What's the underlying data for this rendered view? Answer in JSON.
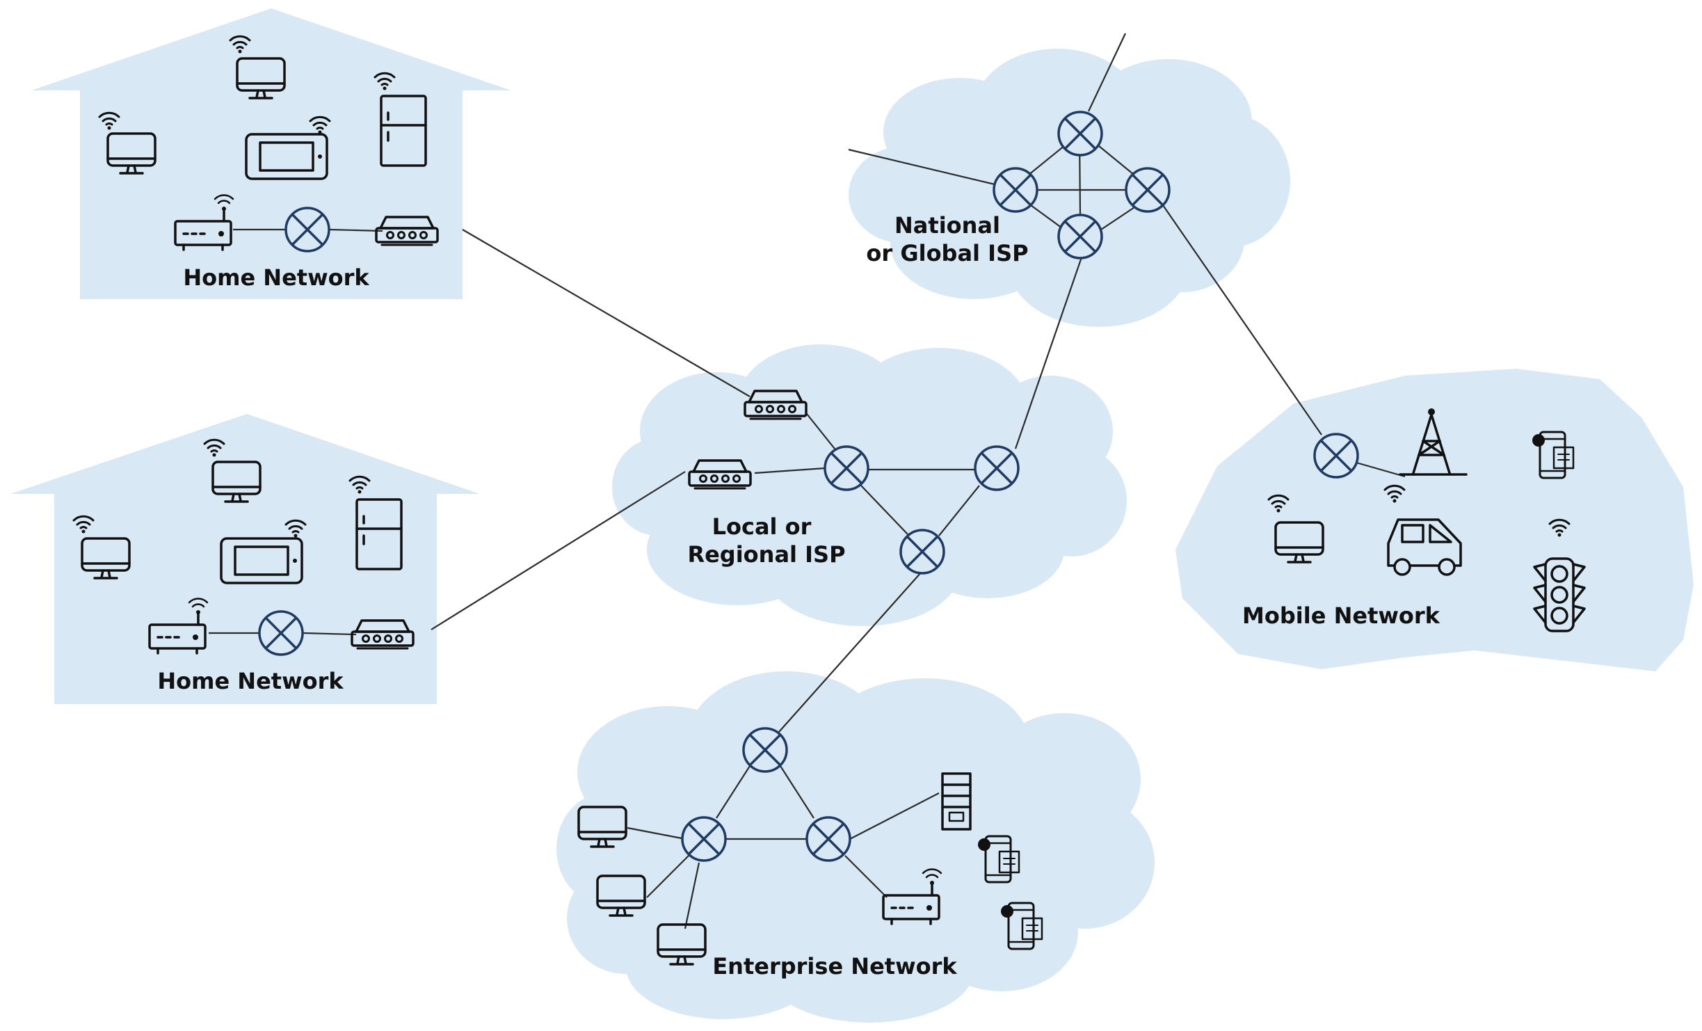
{
  "regions": {
    "home_network_top": {
      "label": "Home Network"
    },
    "home_network_bottom": {
      "label": "Home Network"
    },
    "local_isp": {
      "label_line1": "Local or",
      "label_line2": "Regional ISP"
    },
    "national_isp": {
      "label_line1": "National",
      "label_line2": "or Global ISP"
    },
    "mobile_network": {
      "label": "Mobile Network"
    },
    "enterprise_network": {
      "label": "Enterprise Network"
    }
  },
  "colors": {
    "region_fill": "#d9e8f5",
    "router_stroke": "#1f3b63",
    "link": "#2b2b2b",
    "icon": "#111111"
  },
  "icons": [
    "monitor-icon",
    "tablet-icon",
    "refrigerator-icon",
    "modem-icon",
    "switch-icon",
    "router-icon",
    "cell-tower-icon",
    "car-icon",
    "traffic-light-icon",
    "smartphone-icon",
    "server-icon",
    "wifi-icon"
  ]
}
